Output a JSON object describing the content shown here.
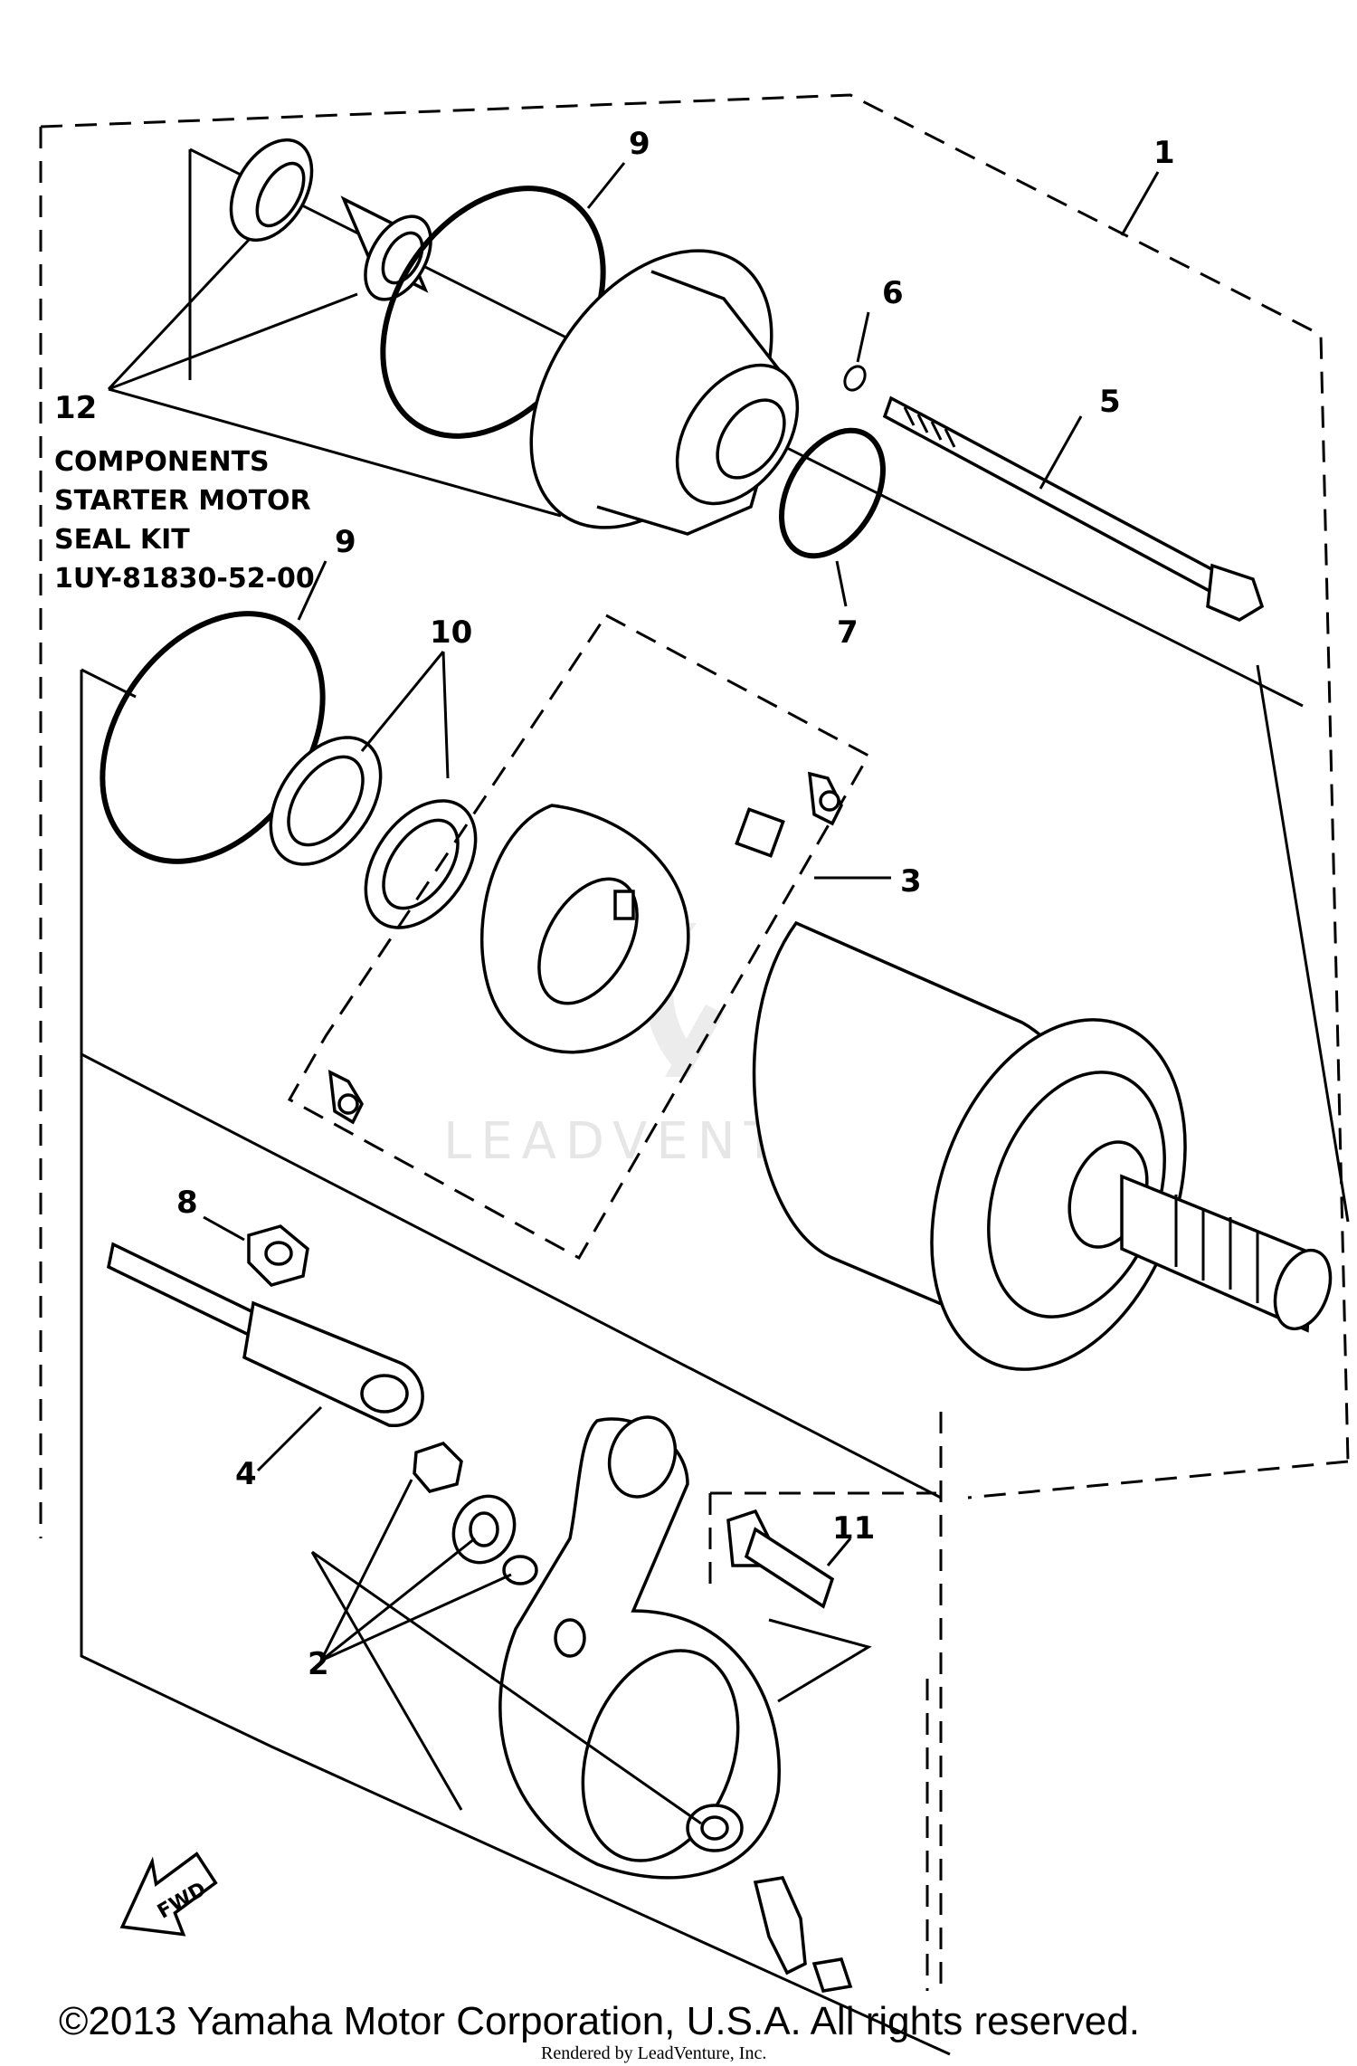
{
  "callouts": {
    "c1": "1",
    "c2": "2",
    "c3": "3",
    "c4": "4",
    "c5": "5",
    "c6": "6",
    "c7": "7",
    "c8": "8",
    "c9_top": "9",
    "c9_mid": "9",
    "c10": "10",
    "c11": "11",
    "c12": "12"
  },
  "components_note": {
    "line1": "COMPONENTS",
    "line2": "STARTER MOTOR",
    "line3": "SEAL KIT",
    "line4": "1UY-81830-52-00"
  },
  "fwd_arrow_label": "FWD",
  "watermark": "LEADVENTURE",
  "copyright": "©2013 Yamaha Motor Corporation, U.S.A. All rights reserved.",
  "rendered_by": "Rendered by LeadVenture, Inc."
}
